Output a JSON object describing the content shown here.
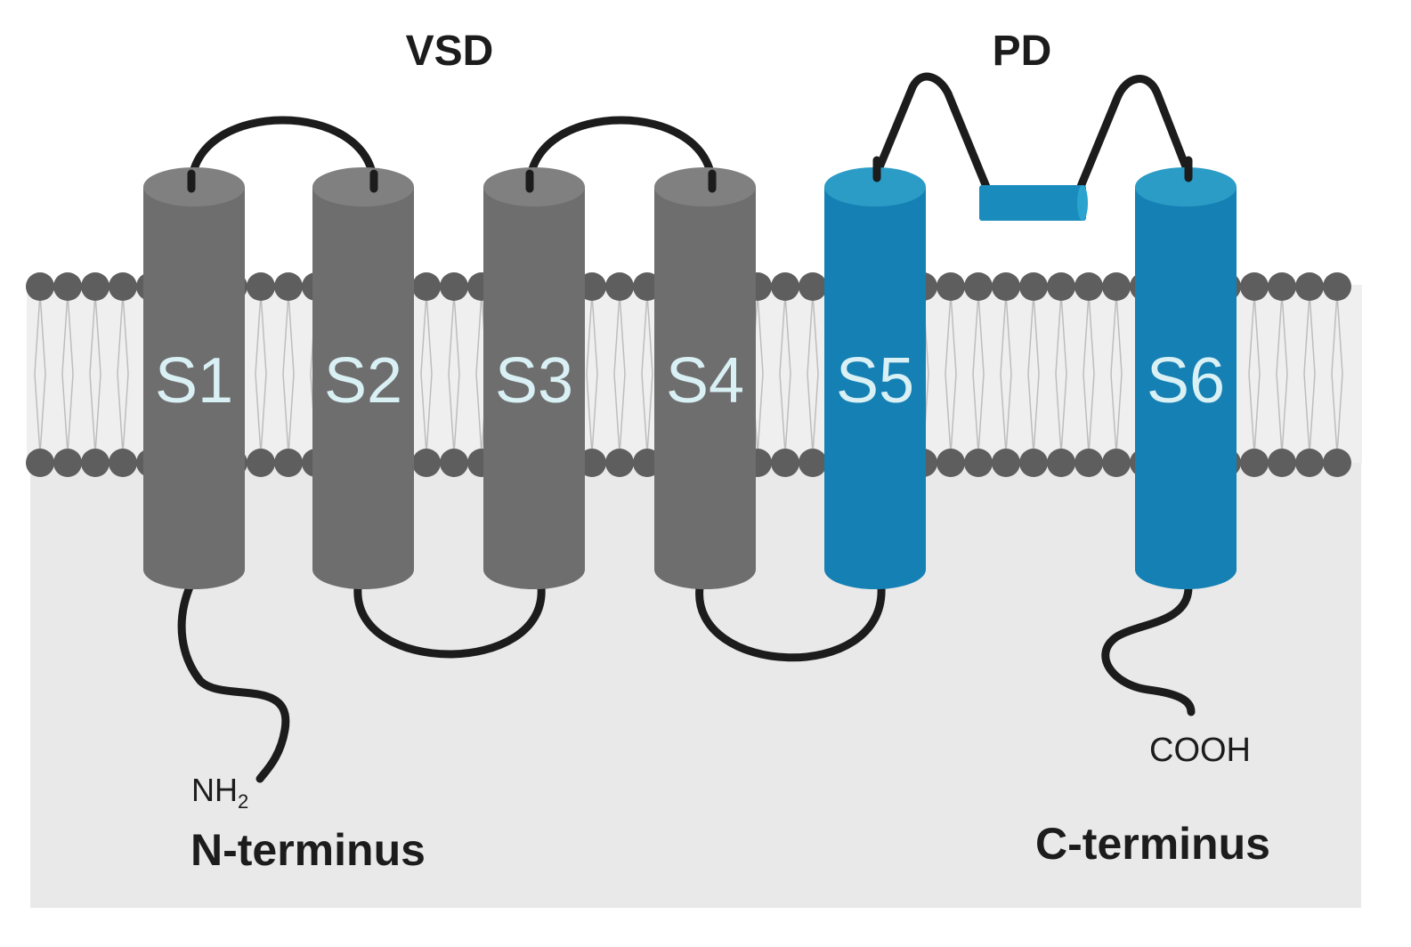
{
  "labels": {
    "vsd": "VSD",
    "pd": "PD",
    "n_terminus": "N-terminus",
    "c_terminus": "C-terminus",
    "nh2_main": "NH",
    "nh2_sub": "2",
    "cooh": "COOH"
  },
  "segments": [
    {
      "label": "S1",
      "domain": "VSD"
    },
    {
      "label": "S2",
      "domain": "VSD"
    },
    {
      "label": "S3",
      "domain": "VSD"
    },
    {
      "label": "S4",
      "domain": "VSD"
    },
    {
      "label": "S5",
      "domain": "PD"
    },
    {
      "label": "S6",
      "domain": "PD"
    }
  ],
  "colors": {
    "vsd_helix": "#6e6e6e",
    "vsd_helix_top": "#808080",
    "pd_helix": "#1580b4",
    "pd_helix_top": "#2a9cc6",
    "helix_text": "#d9f0f4",
    "lipid_head": "#5e5e5e",
    "cytoplasm": "#e9e9e9",
    "loop": "#1c1c1c",
    "pore_helix": "#1a8bbd"
  }
}
